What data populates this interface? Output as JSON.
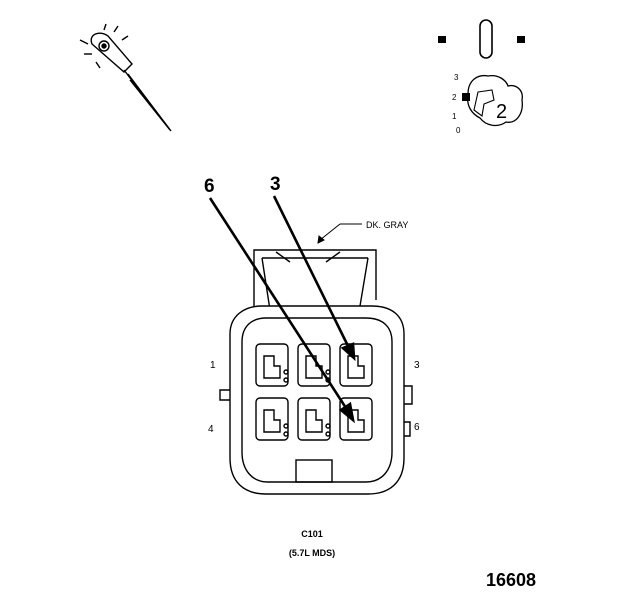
{
  "wire_color": "DK. GRAY",
  "callouts": {
    "pin_6": "6",
    "pin_3": "3"
  },
  "pin_labels": {
    "p1": "1",
    "p3": "3",
    "p4": "4",
    "p6": "6"
  },
  "connector": {
    "id": "C101",
    "variant": "(5.7L MDS)"
  },
  "key_scale": {
    "k3": "3",
    "k2": "2",
    "k1": "1",
    "k0": "0",
    "level": "2"
  },
  "figure_number": "16608",
  "icons": {
    "probe": "test-probe-icon",
    "key": "ignition-key-position-icon",
    "connector": "connector-face-icon"
  }
}
